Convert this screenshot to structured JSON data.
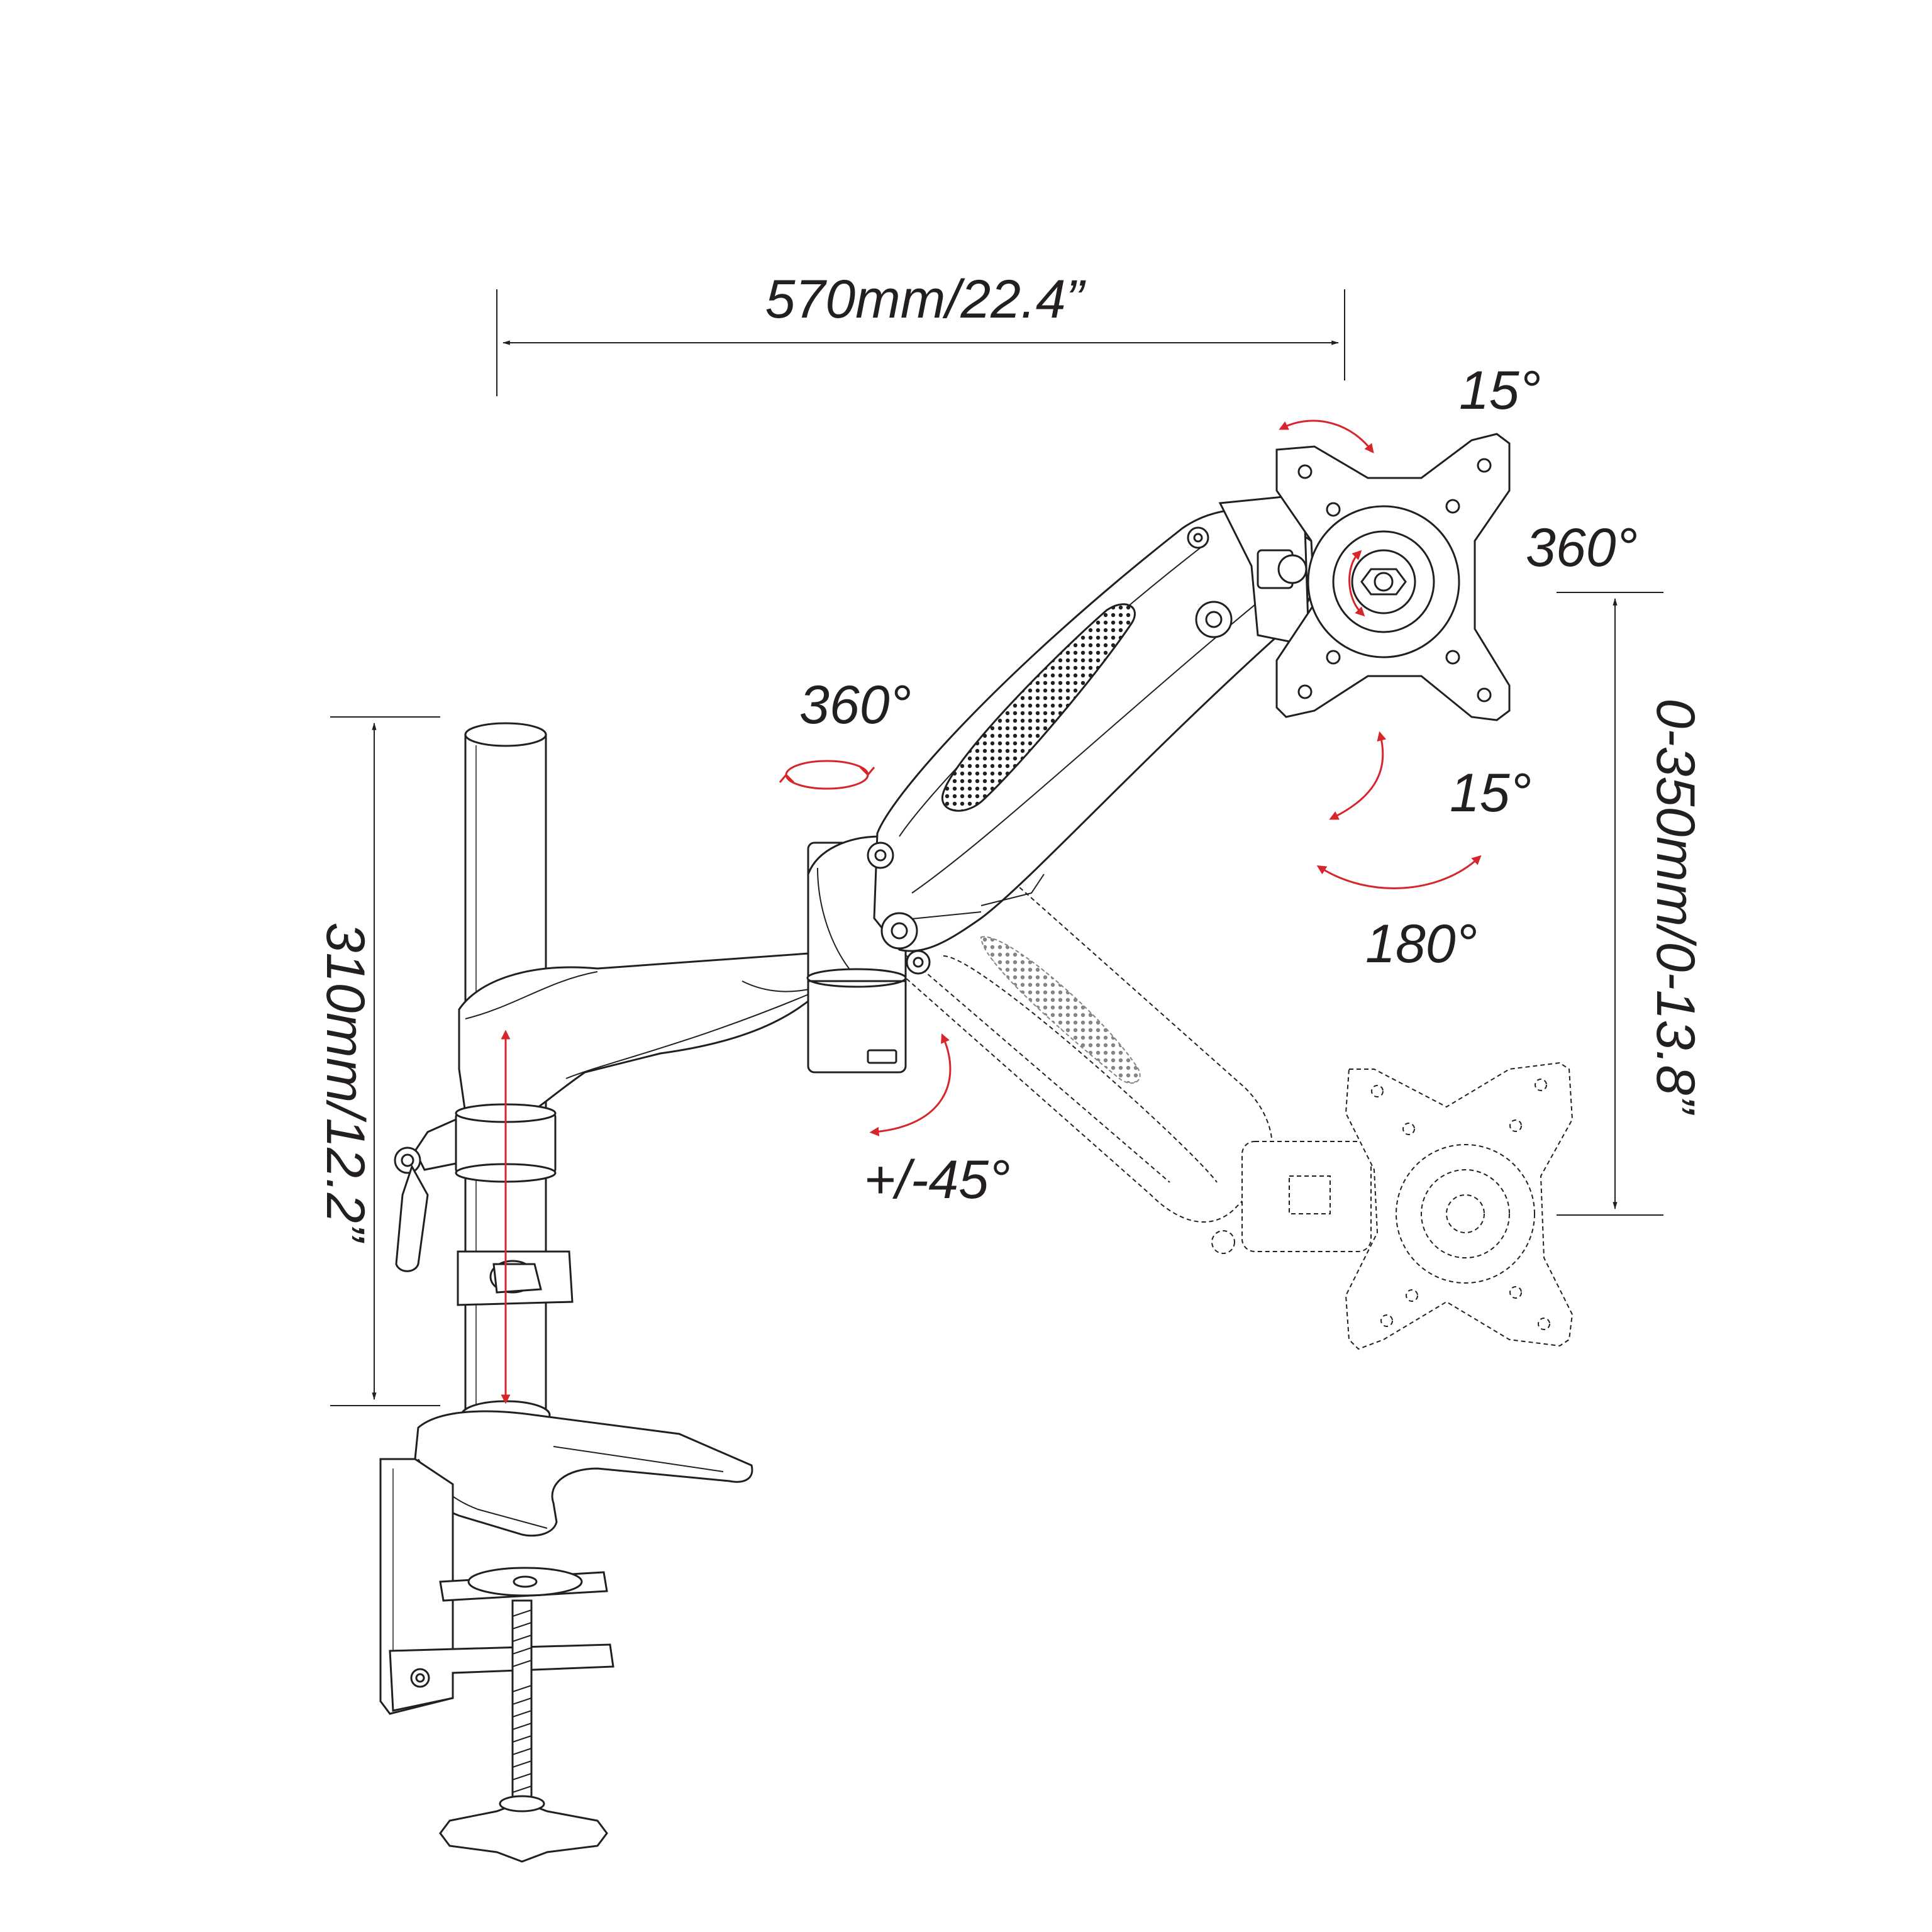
{
  "diagram": {
    "subject": "gas-spring monitor arm with desk clamp",
    "dimensions": {
      "reach": "570mm/22.4”",
      "pole_height": "310mm/12.2”",
      "height_adjust": "0-350mm/0-13.8”"
    },
    "rotations": {
      "tilt_up": "15°",
      "rotation": "360°",
      "tilt_down": "15°",
      "swivel": "180°",
      "arm_swivel": "360°",
      "elbow_tilt": "+/-45°"
    },
    "colors": {
      "line": "#231f20",
      "arrow": "#d7262b",
      "fill": "#ffffff"
    }
  }
}
